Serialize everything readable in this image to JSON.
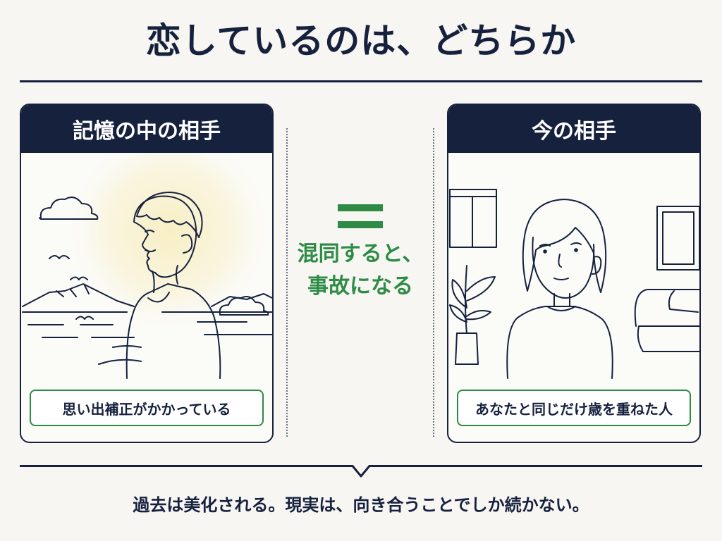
{
  "title": "恋しているのは、どちらか",
  "left_panel": {
    "header": "記憶の中の相手",
    "caption": "思い出補正がかかっている"
  },
  "right_panel": {
    "header": "今の相手",
    "caption": "あなたと同じだけ歳を重ねた人"
  },
  "center": {
    "symbol": "=",
    "line1": "混同すると、",
    "line2": "事故になる"
  },
  "bottom_text": "過去は美化される。現実は、向き合うことでしか続かない。",
  "colors": {
    "navy": "#16213e",
    "green": "#2e8b45",
    "glow": "#f5eab8"
  }
}
